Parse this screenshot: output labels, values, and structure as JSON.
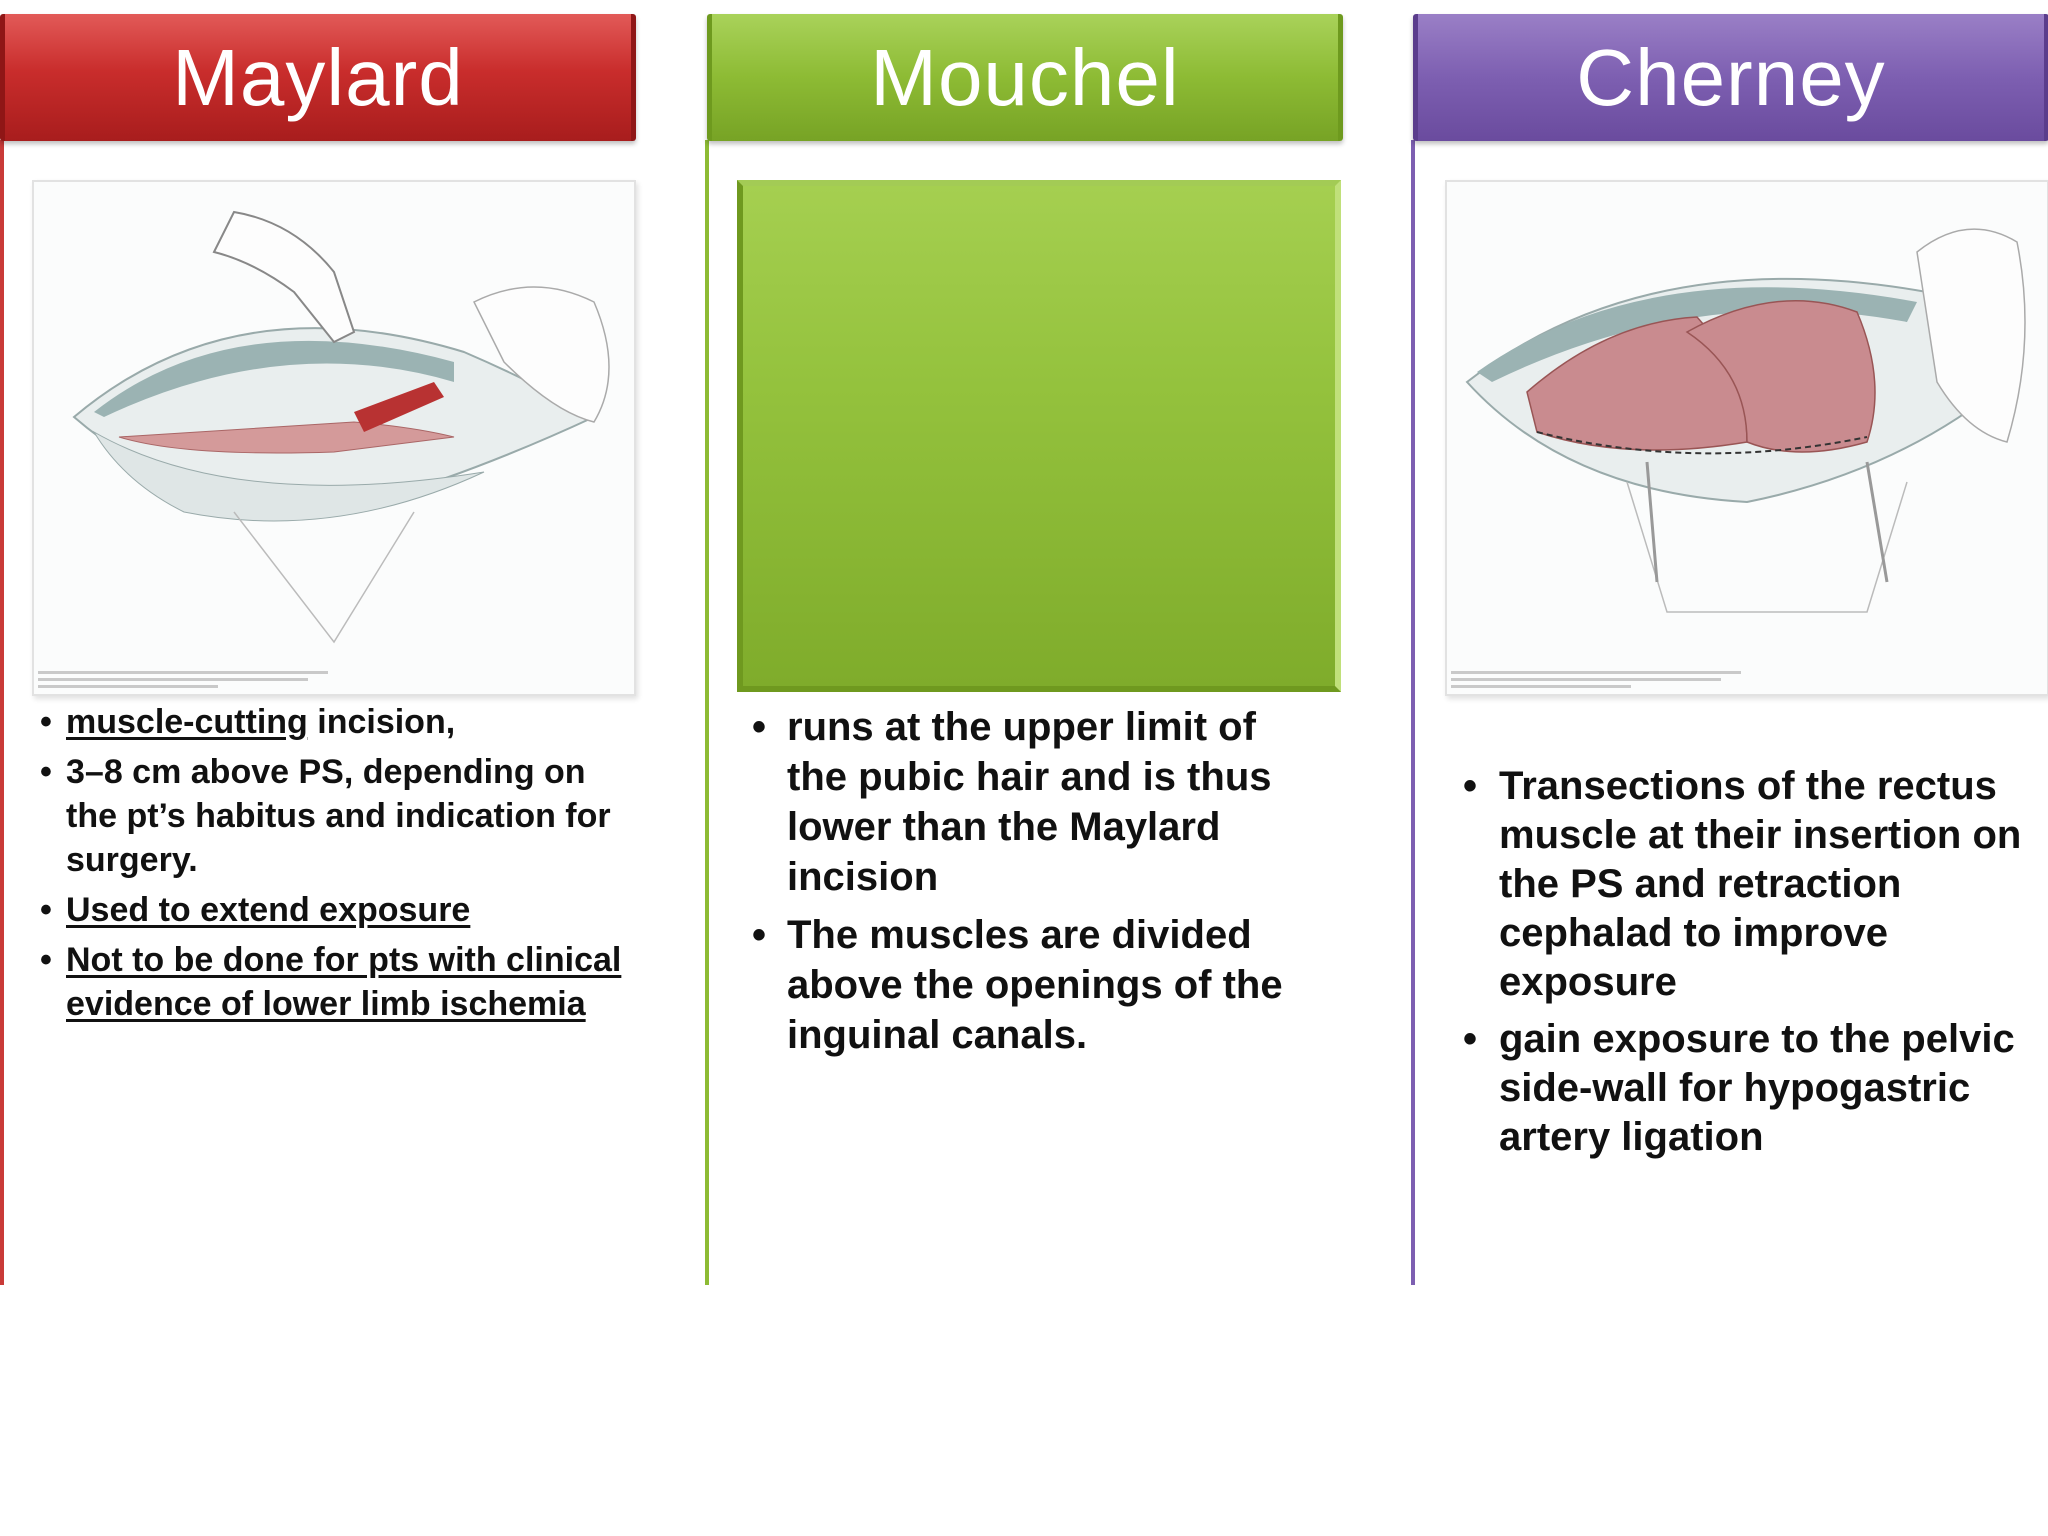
{
  "columns": [
    {
      "title": "Maylard",
      "bullets": [
        {
          "underlined": "muscle-cutting",
          "rest": " incision,"
        },
        {
          "underlined": "",
          "rest": "3–8 cm above PS, depending on the pt’s habitus and indication for surgery."
        },
        {
          "underlined": "Used to extend exposure",
          "rest": ""
        },
        {
          "underlined": "Not to be done for pts with clinical evidence of lower limb ischemia",
          "rest": ""
        }
      ]
    },
    {
      "title": "Mouchel",
      "bullets": [
        "runs at the upper limit of the pubic hair and is thus lower than the Maylard incision",
        "The muscles are divided above the openings of the inguinal canals."
      ]
    },
    {
      "title": "Cherney",
      "bullets": [
        "Transections  of the rectus muscle at their insertion on the PS and retraction cephalad to improve exposure",
        "gain exposure to the pelvic side-wall for hypogastric artery ligation"
      ]
    }
  ],
  "colors": {
    "red": "#c92d2c",
    "green": "#8dbb34",
    "purple": "#7d5fb1"
  }
}
